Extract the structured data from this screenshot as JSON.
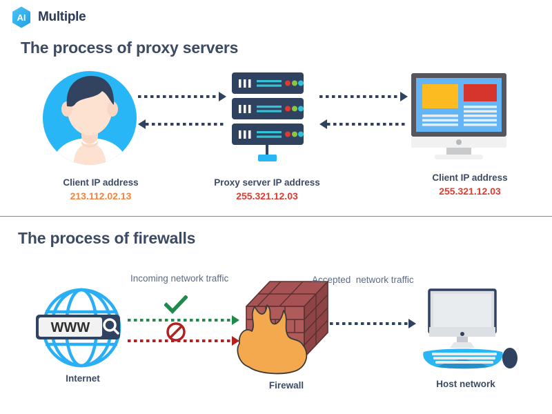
{
  "brand": {
    "mark_text": "AI",
    "word": "Multiple",
    "hex_color": "#29b6f6",
    "word_color": "#2b3a55"
  },
  "sections": [
    {
      "id": "proxy",
      "title": "The process of proxy servers"
    },
    {
      "id": "firewall",
      "title": "The process of firewalls"
    }
  ],
  "proxy": {
    "title": "The process of proxy servers",
    "nodes": [
      {
        "name": "client",
        "label": "Client IP address",
        "ip": "213.112.02.13",
        "ip_color": "#f6833c",
        "icon": "user-avatar-icon"
      },
      {
        "name": "proxy-server",
        "label": "Proxy server IP address",
        "ip": "255.321.12.03",
        "ip_color": "#e03a2f",
        "icon": "server-rack-icon"
      },
      {
        "name": "destination",
        "label": "Client IP address",
        "ip": "255.321.12.03",
        "ip_color": "#e03a2f",
        "icon": "desktop-monitor-icon"
      }
    ],
    "flows": [
      {
        "name": "client-to-proxy",
        "direction": "right",
        "color": "#2f4260"
      },
      {
        "name": "proxy-to-client",
        "direction": "left",
        "color": "#2f4260"
      },
      {
        "name": "proxy-to-server",
        "direction": "right",
        "color": "#2f4260"
      },
      {
        "name": "server-to-proxy",
        "direction": "left",
        "color": "#2f4260"
      }
    ]
  },
  "firewall": {
    "title": "The process of firewalls",
    "nodes": [
      {
        "name": "internet",
        "label": "Internet",
        "icon": "globe-www-icon"
      },
      {
        "name": "firewall",
        "label": "Firewall",
        "icon": "brick-wall-flame-icon"
      },
      {
        "name": "host-network",
        "label": "Host network",
        "icon": "desktop-keyboard-mouse-icon"
      }
    ],
    "flows": [
      {
        "name": "incoming-allowed",
        "label": "Incoming network traffic",
        "status_icon": "check-mark-icon",
        "color": "#1f8a4c"
      },
      {
        "name": "incoming-blocked",
        "label": "",
        "status_icon": "no-entry-icon",
        "color": "#b32020"
      },
      {
        "name": "accepted-traffic",
        "label": "Accepted  network traffic",
        "status_icon": "",
        "color": "#2f4260"
      }
    ],
    "labels": {
      "incoming": "Incoming network traffic",
      "accepted": "Accepted  network traffic"
    }
  },
  "colors": {
    "navy": "#2f4260",
    "title": "#3c4a63",
    "cyan": "#29b6f6",
    "orange": "#f6833c",
    "red": "#e03a2f",
    "green": "#1f8a4c",
    "dark_red": "#b32020",
    "divider": "#7b8aa3",
    "muted_text": "#5b6b85"
  }
}
